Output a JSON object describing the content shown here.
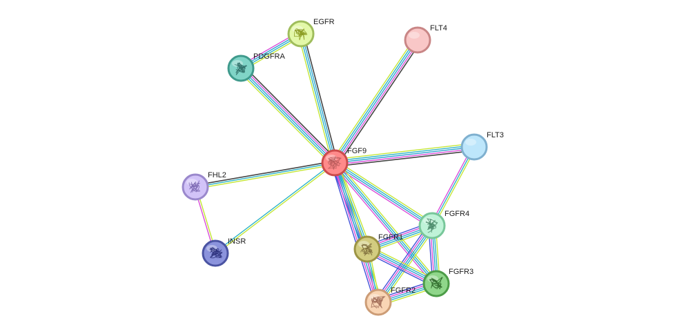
{
  "network": {
    "nodes": [
      {
        "id": "FGF9",
        "label": "FGF9",
        "fill": "#ff8a8a",
        "stroke": "#cc4b4b",
        "glyph": "#b85a5a",
        "structure": true
      },
      {
        "id": "EGFR",
        "label": "EGFR",
        "fill": "#e3f8a8",
        "stroke": "#9fbd5c",
        "glyph": "#8a9a20",
        "structure": true
      },
      {
        "id": "PDGFRA",
        "label": "PDGFRA",
        "fill": "#80d4c7",
        "stroke": "#3f9a8c",
        "glyph": "#2f6f68",
        "structure": true
      },
      {
        "id": "FLT4",
        "label": "FLT4",
        "fill": "#f9c7c7",
        "stroke": "#c98686",
        "glyph": "",
        "structure": false
      },
      {
        "id": "FLT3",
        "label": "FLT3",
        "fill": "#bde6fb",
        "stroke": "#7fb0cf",
        "glyph": "",
        "structure": false
      },
      {
        "id": "FHL2",
        "label": "FHL2",
        "fill": "#d2c3f8",
        "stroke": "#9a88cc",
        "glyph": "#7a67b0",
        "structure": true
      },
      {
        "id": "INSR",
        "label": "INSR",
        "fill": "#8b93dc",
        "stroke": "#4a53a2",
        "glyph": "#2a2f7a",
        "structure": true
      },
      {
        "id": "FGFR4",
        "label": "FGFR4",
        "fill": "#bff3d8",
        "stroke": "#78c79a",
        "glyph": "#4a8a6a",
        "structure": true
      },
      {
        "id": "FGFR1",
        "label": "FGFR1",
        "fill": "#d2cc80",
        "stroke": "#9c9444",
        "glyph": "#7a6a3a",
        "structure": true
      },
      {
        "id": "FGFR3",
        "label": "FGFR3",
        "fill": "#8fd68a",
        "stroke": "#4c9c47",
        "glyph": "#2f6a2a",
        "structure": true
      },
      {
        "id": "FGFR2",
        "label": "FGFR2",
        "fill": "#f9d5b4",
        "stroke": "#cc9c76",
        "glyph": "#a06a55",
        "structure": true
      }
    ],
    "edges": [
      {
        "source": "FGF9",
        "target": "EGFR",
        "types": [
          "textmining",
          "coexpression",
          "database",
          "black"
        ]
      },
      {
        "source": "FGF9",
        "target": "PDGFRA",
        "types": [
          "textmining",
          "coexpression",
          "database",
          "experiment",
          "black"
        ]
      },
      {
        "source": "FGF9",
        "target": "FLT4",
        "types": [
          "textmining",
          "coexpression",
          "database",
          "experiment",
          "black"
        ]
      },
      {
        "source": "FGF9",
        "target": "FLT3",
        "types": [
          "textmining",
          "coexpression",
          "database",
          "experiment",
          "black"
        ]
      },
      {
        "source": "FGF9",
        "target": "FHL2",
        "types": [
          "textmining",
          "coexpression",
          "black"
        ]
      },
      {
        "source": "FGF9",
        "target": "INSR",
        "types": [
          "textmining",
          "coexpression"
        ]
      },
      {
        "source": "FGF9",
        "target": "FGFR4",
        "types": [
          "textmining",
          "coexpression",
          "database",
          "experiment"
        ]
      },
      {
        "source": "FGF9",
        "target": "FGFR1",
        "types": [
          "textmining",
          "coexpression",
          "database",
          "experiment",
          "homology"
        ]
      },
      {
        "source": "FGF9",
        "target": "FGFR3",
        "types": [
          "textmining",
          "coexpression",
          "database",
          "experiment"
        ]
      },
      {
        "source": "FGF9",
        "target": "FGFR2",
        "types": [
          "textmining",
          "coexpression",
          "database",
          "experiment",
          "homology"
        ]
      },
      {
        "source": "EGFR",
        "target": "PDGFRA",
        "types": [
          "textmining",
          "coexpression",
          "database",
          "experiment"
        ]
      },
      {
        "source": "FHL2",
        "target": "INSR",
        "types": [
          "textmining",
          "experiment"
        ]
      },
      {
        "source": "FLT3",
        "target": "FGFR4",
        "types": [
          "textmining",
          "coexpression",
          "experiment"
        ]
      },
      {
        "source": "FGFR4",
        "target": "FGFR1",
        "types": [
          "textmining",
          "coexpression",
          "database",
          "experiment",
          "homology"
        ]
      },
      {
        "source": "FGFR4",
        "target": "FGFR3",
        "types": [
          "textmining",
          "coexpression",
          "database",
          "experiment",
          "homology"
        ]
      },
      {
        "source": "FGFR4",
        "target": "FGFR2",
        "types": [
          "textmining",
          "coexpression",
          "database",
          "experiment",
          "homology"
        ]
      },
      {
        "source": "FGFR1",
        "target": "FGFR3",
        "types": [
          "textmining",
          "coexpression",
          "database",
          "experiment",
          "homology"
        ]
      },
      {
        "source": "FGFR1",
        "target": "FGFR2",
        "types": [
          "textmining",
          "coexpression",
          "experiment"
        ]
      },
      {
        "source": "FGFR3",
        "target": "FGFR2",
        "types": [
          "textmining",
          "coexpression",
          "database",
          "experiment",
          "homology"
        ]
      }
    ],
    "edge_colors": {
      "textmining": "#c4e637",
      "coexpression": "#30b4c8",
      "database": "#2fa4d0",
      "experiment": "#d94fd9",
      "homology": "#4050d8",
      "black": "#444444"
    }
  }
}
